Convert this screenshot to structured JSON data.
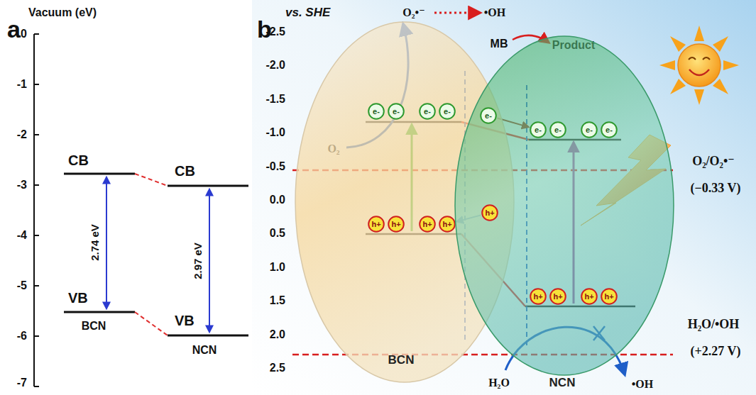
{
  "diagram": {
    "nodes": [
      {
        "text": [
          "BCN"
        ]
      },
      {
        "text": [
          "NCN"
        ]
      },
      {
        "text": [
          "e-"
        ],
        "in": 0
      },
      {
        "text": [
          "e-"
        ],
        "in": 0
      },
      {
        "text": [
          "e-"
        ],
        "in": 0
      },
      {
        "text": [
          "e-"
        ],
        "in": 0
      },
      {
        "text": [
          "e-"
        ]
      },
      {
        "text": [
          "e-"
        ],
        "in": 1
      },
      {
        "text": [
          "e-"
        ],
        "in": 1
      },
      {
        "text": [
          "e-"
        ],
        "in": 1
      },
      {
        "text": [
          "e-"
        ],
        "in": 1
      },
      {
        "text": [
          "h+"
        ],
        "in": 0
      },
      {
        "text": [
          "h+"
        ],
        "in": 0
      },
      {
        "text": [
          "h+"
        ],
        "in": 0
      },
      {
        "text": [
          "h+"
        ],
        "in": 0
      },
      {
        "text": [
          "h+"
        ]
      },
      {
        "text": [
          "h+"
        ],
        "in": 1
      },
      {
        "text": [
          "h+"
        ],
        "in": 1
      },
      {
        "text": [
          "h+"
        ],
        "in": 1
      },
      {
        "text": [
          "h+"
        ],
        "in": 1
      }
    ],
    "edges": [
      {
        "from": 6,
        "to": 7,
        "arrow": "to"
      },
      {
        "from": 15,
        "to": 14,
        "arrow": "to"
      }
    ],
    "labels": [
      "a",
      "Vacuum (eV)",
      "0",
      "-1",
      "-2",
      "-3",
      "-4",
      "-5",
      "-6",
      "-7",
      "CB",
      "CB",
      "VB",
      "VB",
      "2.74 eV",
      "2.97 eV",
      "BCN",
      "NCN",
      "b",
      "vs. SHE",
      "-2.5",
      "-2.0",
      "-1.5",
      "-1.0",
      "-0.5",
      "0.0",
      "0.5",
      "1.0",
      "1.5",
      "2.0",
      "2.5",
      "O₂/O₂•⁻",
      "(−0.33 V)",
      "H₂O/•OH",
      "(+2.27 V)",
      "O₂",
      "O₂•⁻",
      "•OH",
      "MB",
      "Product",
      "H₂O",
      "•OH"
    ]
  }
}
